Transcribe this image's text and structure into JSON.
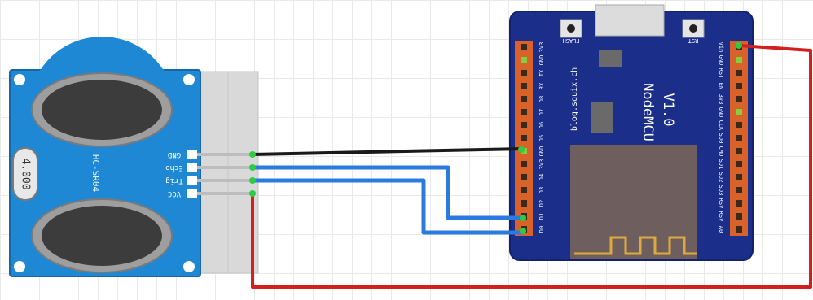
{
  "sensor": {
    "model": "HC-SR04",
    "crystal": "4.000",
    "pins": [
      "GND",
      "Echo",
      "Trig",
      "VCC"
    ]
  },
  "board": {
    "name": "NodeMCU",
    "version": "V1.0",
    "site": "blog.squix.ch",
    "flash_label": "FLASH",
    "rst_label": "RST",
    "left_pins": [
      "3V3",
      "GND",
      "TX",
      "RX",
      "D8",
      "D7",
      "D6",
      "D5",
      "GND",
      "3V3",
      "D4",
      "D3",
      "D2",
      "D1",
      "D0"
    ],
    "right_pins": [
      "Vin",
      "GND",
      "RST",
      "EN",
      "3V3",
      "GND",
      "CLK",
      "SD0",
      "CMD",
      "SD1",
      "SD2",
      "SD3",
      "RSV",
      "RSV",
      "A0"
    ]
  },
  "colors": {
    "sensor_blue": "#1e88d4",
    "board_navy": "#1b2f8a",
    "wire_gnd": "#1a1a1a",
    "wire_signal": "#2b7ae0",
    "wire_power": "#d21f1f",
    "header": "#d9622b",
    "chip": "#6e5e5e"
  },
  "wires": [
    {
      "name": "gnd-wire",
      "from": "GND",
      "to": "GND"
    },
    {
      "name": "echo-wire",
      "from": "Echo",
      "to": "D1"
    },
    {
      "name": "trig-wire",
      "from": "Trig",
      "to": "D0"
    },
    {
      "name": "vcc-wire",
      "from": "VCC",
      "to": "Vin"
    }
  ]
}
